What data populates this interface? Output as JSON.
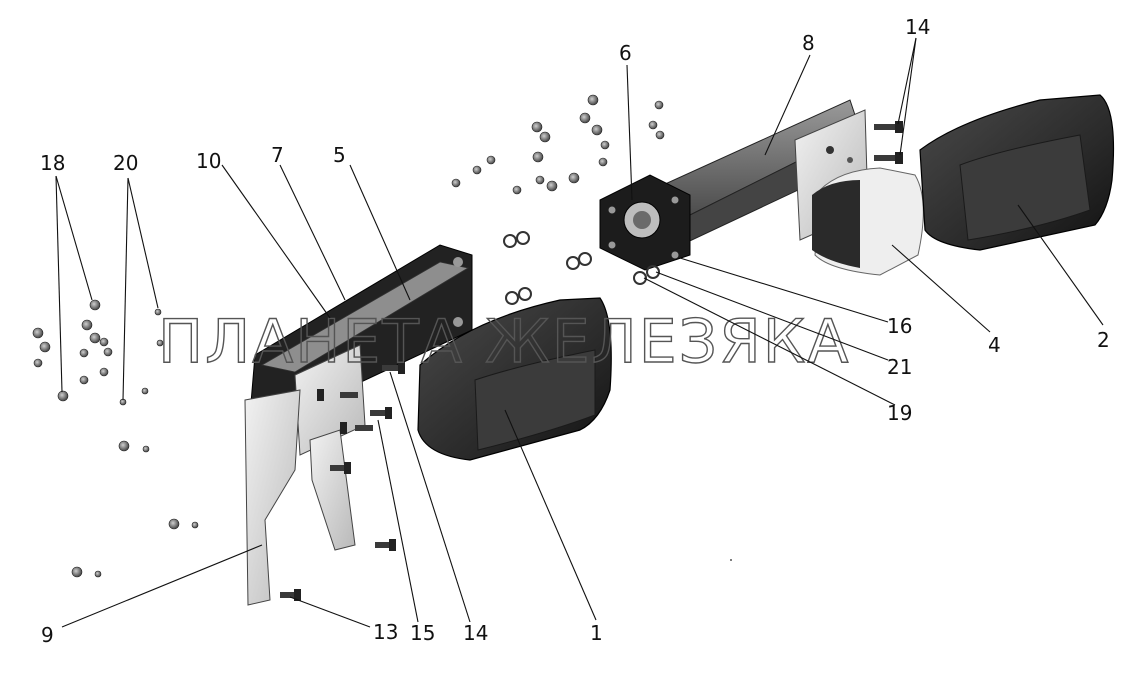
{
  "watermark": "ПЛАНЕТА ЖЕЛЕЗЯКА",
  "callouts": {
    "c1": "1",
    "c2": "2",
    "c4": "4",
    "c5": "5",
    "c6": "6",
    "c7": "7",
    "c8": "8",
    "c9": "9",
    "c10": "10",
    "c13": "13",
    "c14a": "14",
    "c14b": "14",
    "c15": "15",
    "c16": "16",
    "c18": "18",
    "c19": "19",
    "c20": "20",
    "c21": "21"
  }
}
